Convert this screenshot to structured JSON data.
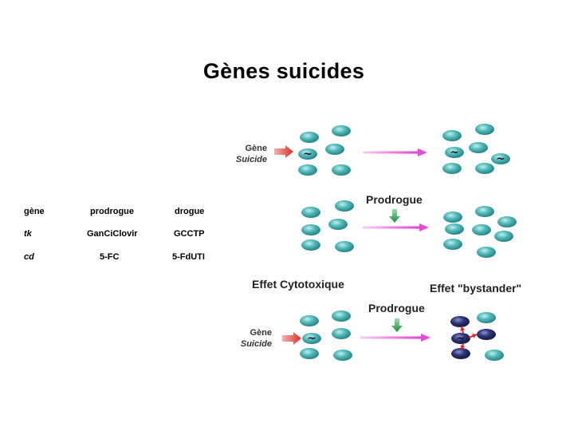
{
  "title": "Gènes suicides",
  "table": {
    "headers": [
      "gène",
      "prodrogue",
      "drogue"
    ],
    "rows": [
      {
        "gene": "tk",
        "prodrug": "GanCiClovir",
        "drug": "GCCTP"
      },
      {
        "gene": "cd",
        "prodrug": "5-FC",
        "drug": "5-FdUTI"
      }
    ]
  },
  "gene_label": {
    "line1": "Gène",
    "line2": "Suicide"
  },
  "labels": {
    "prodrogue": "Prodrogue",
    "effet_cytotoxique": "Effet Cytotoxique",
    "effet_bystander": "Effet \"bystander\""
  },
  "marker": "~",
  "colors": {
    "cell_teal": "#3aa7a8",
    "cell_dark": "#1f2a66",
    "arrow_magenta": "#e84ad8",
    "arrow_red": "#e0443c",
    "arrow_green": "#1aa84a",
    "bystander_arrow": "#e8202a"
  }
}
